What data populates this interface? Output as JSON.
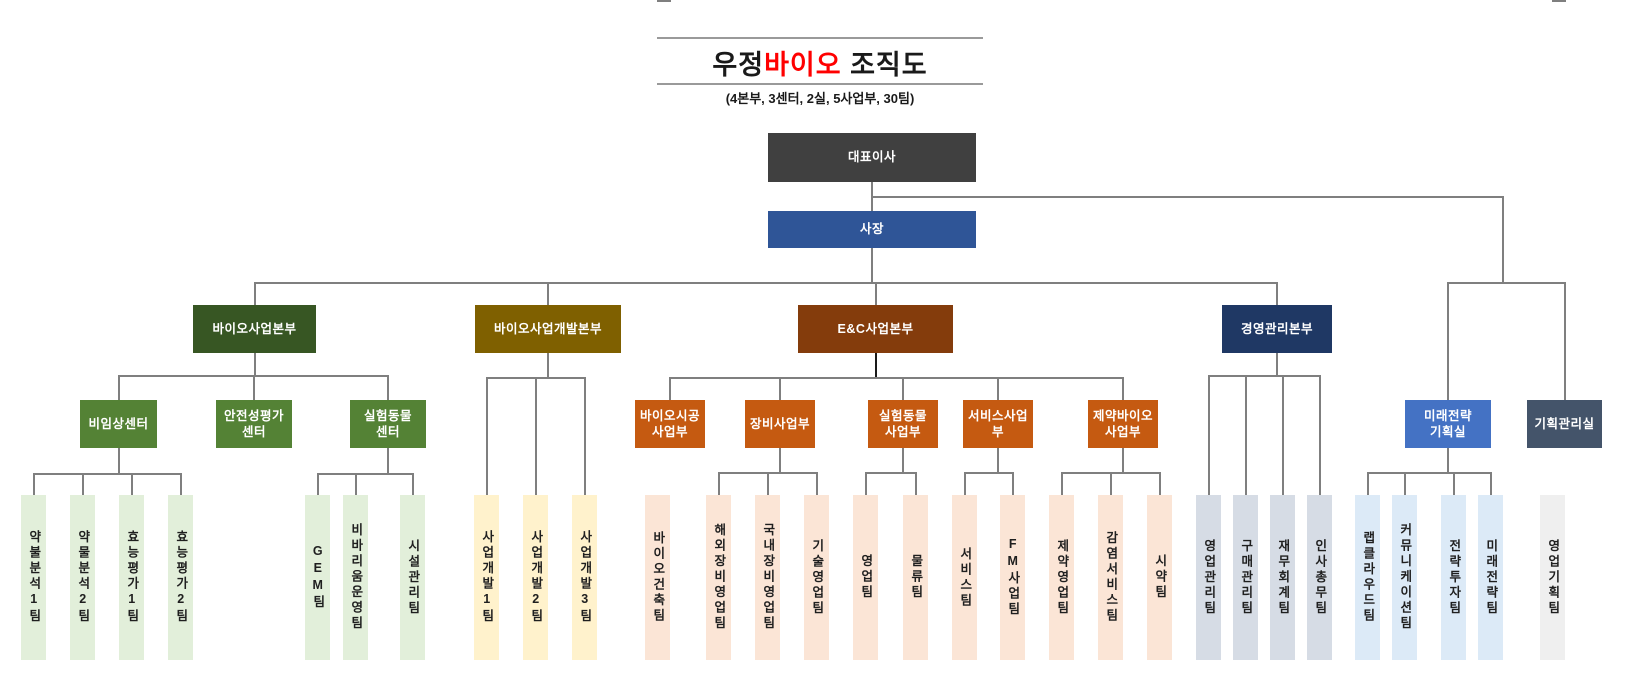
{
  "header": {
    "title_prefix": "우정",
    "title_highlight": "바이오",
    "title_suffix": " 조직도",
    "highlight_color": "#FF0000",
    "subtitle": "(4본부, 3센터, 2실, 5사업부, 30팀)"
  },
  "palette": {
    "ceo_bg": "#404040",
    "president_bg": "#2F5597",
    "bio_division_bg": "#375623",
    "center_bg": "#548235",
    "center_leaf_bg": "#E2EFDA",
    "biodev_division_bg": "#7F6000",
    "biodev_leaf_bg": "#FFF2CC",
    "enc_division_bg": "#843C0C",
    "business_unit_bg": "#C55A11",
    "business_leaf_bg": "#FBE5D6",
    "mgmt_division_bg": "#1F3864",
    "mgmt_leaf_bg": "#D6DCE5",
    "future_office_bg": "#4472C4",
    "future_leaf_bg": "#DCEAF7",
    "plan_office_bg": "#44546A",
    "plan_leaf_bg": "#EFEFEF",
    "box_text": "#FFFFFF",
    "leaf_text": "#1F1F1F",
    "connector": "#7F7F7F",
    "connector_dark": "#1A1A1A",
    "rule_color": "#9A9A9A"
  },
  "org": {
    "nodes": [
      {
        "id": "ceo",
        "label": "대표이사",
        "type": "executive",
        "bg": "ceo_bg",
        "children": [
          "pres",
          "o_future",
          "o_plan"
        ]
      },
      {
        "id": "pres",
        "label": "사장",
        "type": "executive",
        "bg": "president_bg",
        "children": [
          "d_bio",
          "d_biodev",
          "d_enc",
          "d_mgmt"
        ]
      },
      {
        "id": "d_bio",
        "label": "바이오사업본부",
        "type": "division",
        "bg": "bio_division_bg",
        "children": [
          "c_nonclinical",
          "c_safety",
          "c_animal"
        ]
      },
      {
        "id": "d_biodev",
        "label": "바이오사업개발본부",
        "type": "division",
        "bg": "biodev_division_bg",
        "children": [
          "l_bd1",
          "l_bd2",
          "l_bd3"
        ]
      },
      {
        "id": "d_enc",
        "label": "E&C사업본부",
        "type": "division",
        "bg": "enc_division_bg",
        "children": [
          "b_bioconst",
          "b_equip",
          "b_labanimal",
          "b_service",
          "b_pharma"
        ]
      },
      {
        "id": "d_mgmt",
        "label": "경영관리본부",
        "type": "division",
        "bg": "mgmt_division_bg",
        "children": [
          "l_salesadmin",
          "l_purchase",
          "l_finance",
          "l_hr"
        ]
      },
      {
        "id": "c_nonclinical",
        "label": "비임상센터",
        "type": "center",
        "bg": "center_bg",
        "children": [
          "l_da1",
          "l_da2",
          "l_ee1",
          "l_ee2"
        ]
      },
      {
        "id": "c_safety",
        "label": "안전성평가\n센터",
        "type": "center",
        "bg": "center_bg",
        "children": []
      },
      {
        "id": "c_animal",
        "label": "실험동물\n센터",
        "type": "center",
        "bg": "center_bg",
        "children": [
          "l_gem",
          "l_vivarium",
          "l_facility"
        ]
      },
      {
        "id": "b_bioconst",
        "label": "바이오시공\n사업부",
        "type": "business-unit",
        "bg": "business_unit_bg",
        "children": [
          "l_bioarch"
        ]
      },
      {
        "id": "b_equip",
        "label": "장비사업부",
        "type": "business-unit",
        "bg": "business_unit_bg",
        "children": [
          "l_overseas",
          "l_domestic",
          "l_techsales"
        ]
      },
      {
        "id": "b_labanimal",
        "label": "실험동물\n사업부",
        "type": "business-unit",
        "bg": "business_unit_bg",
        "children": [
          "l_sales",
          "l_logistics"
        ]
      },
      {
        "id": "b_service",
        "label": "서비스사업\n부",
        "type": "business-unit",
        "bg": "business_unit_bg",
        "children": [
          "l_service",
          "l_fm"
        ]
      },
      {
        "id": "b_pharma",
        "label": "제약바이오\n사업부",
        "type": "business-unit",
        "bg": "business_unit_bg",
        "children": [
          "l_pharmasales",
          "l_infection",
          "l_reagent"
        ]
      },
      {
        "id": "o_future",
        "label": "미래전략\n기획실",
        "type": "office",
        "bg": "future_office_bg",
        "children": [
          "l_labcloud",
          "l_comm",
          "l_strategy",
          "l_future"
        ]
      },
      {
        "id": "o_plan",
        "label": "기획관리실",
        "type": "office",
        "bg": "plan_office_bg",
        "children": [
          "l_salesplan"
        ]
      },
      {
        "id": "l_da1",
        "label": "약불분석1팀",
        "type": "leaf",
        "bg": "center_leaf_bg"
      },
      {
        "id": "l_da2",
        "label": "약물분석2팀",
        "type": "leaf",
        "bg": "center_leaf_bg"
      },
      {
        "id": "l_ee1",
        "label": "효능평가1팀",
        "type": "leaf",
        "bg": "center_leaf_bg"
      },
      {
        "id": "l_ee2",
        "label": "효능평가2팀",
        "type": "leaf",
        "bg": "center_leaf_bg"
      },
      {
        "id": "l_gem",
        "label": "GEM팀",
        "type": "leaf",
        "bg": "center_leaf_bg"
      },
      {
        "id": "l_vivarium",
        "label": "비바리움운영팀",
        "type": "leaf",
        "bg": "center_leaf_bg"
      },
      {
        "id": "l_facility",
        "label": "시설관리팀",
        "type": "leaf",
        "bg": "center_leaf_bg"
      },
      {
        "id": "l_bd1",
        "label": "사업개발1팀",
        "type": "leaf",
        "bg": "biodev_leaf_bg"
      },
      {
        "id": "l_bd2",
        "label": "사업개발2팀",
        "type": "leaf",
        "bg": "biodev_leaf_bg"
      },
      {
        "id": "l_bd3",
        "label": "사업개발3팀",
        "type": "leaf",
        "bg": "biodev_leaf_bg"
      },
      {
        "id": "l_bioarch",
        "label": "바이오건축팀",
        "type": "leaf",
        "bg": "business_leaf_bg"
      },
      {
        "id": "l_overseas",
        "label": "해외장비영업팀",
        "type": "leaf",
        "bg": "business_leaf_bg"
      },
      {
        "id": "l_domestic",
        "label": "국내장비영업팀",
        "type": "leaf",
        "bg": "business_leaf_bg"
      },
      {
        "id": "l_techsales",
        "label": "기술영업팀",
        "type": "leaf",
        "bg": "business_leaf_bg"
      },
      {
        "id": "l_sales",
        "label": "영업팀",
        "type": "leaf",
        "bg": "business_leaf_bg"
      },
      {
        "id": "l_logistics",
        "label": "물류팀",
        "type": "leaf",
        "bg": "business_leaf_bg"
      },
      {
        "id": "l_service",
        "label": "서비스팀",
        "type": "leaf",
        "bg": "business_leaf_bg"
      },
      {
        "id": "l_fm",
        "label": "FM사업팀",
        "type": "leaf",
        "bg": "business_leaf_bg"
      },
      {
        "id": "l_pharmasales",
        "label": "제약영업팀",
        "type": "leaf",
        "bg": "business_leaf_bg"
      },
      {
        "id": "l_infection",
        "label": "감염서비스팀",
        "type": "leaf",
        "bg": "business_leaf_bg"
      },
      {
        "id": "l_reagent",
        "label": "시약팀",
        "type": "leaf",
        "bg": "business_leaf_bg"
      },
      {
        "id": "l_salesadmin",
        "label": "영업관리팀",
        "type": "leaf",
        "bg": "mgmt_leaf_bg"
      },
      {
        "id": "l_purchase",
        "label": "구매관리팀",
        "type": "leaf",
        "bg": "mgmt_leaf_bg"
      },
      {
        "id": "l_finance",
        "label": "재무회계팀",
        "type": "leaf",
        "bg": "mgmt_leaf_bg"
      },
      {
        "id": "l_hr",
        "label": "인사총무팀",
        "type": "leaf",
        "bg": "mgmt_leaf_bg"
      },
      {
        "id": "l_labcloud",
        "label": "랩클라우드팀",
        "type": "leaf",
        "bg": "future_leaf_bg"
      },
      {
        "id": "l_comm",
        "label": "커뮤니케이션팀",
        "type": "leaf",
        "bg": "future_leaf_bg"
      },
      {
        "id": "l_strategy",
        "label": "전략투자팀",
        "type": "leaf",
        "bg": "future_leaf_bg"
      },
      {
        "id": "l_future",
        "label": "미래전략팀",
        "type": "leaf",
        "bg": "future_leaf_bg"
      },
      {
        "id": "l_salesplan",
        "label": "영업기획팀",
        "type": "leaf",
        "bg": "plan_leaf_bg"
      }
    ]
  }
}
